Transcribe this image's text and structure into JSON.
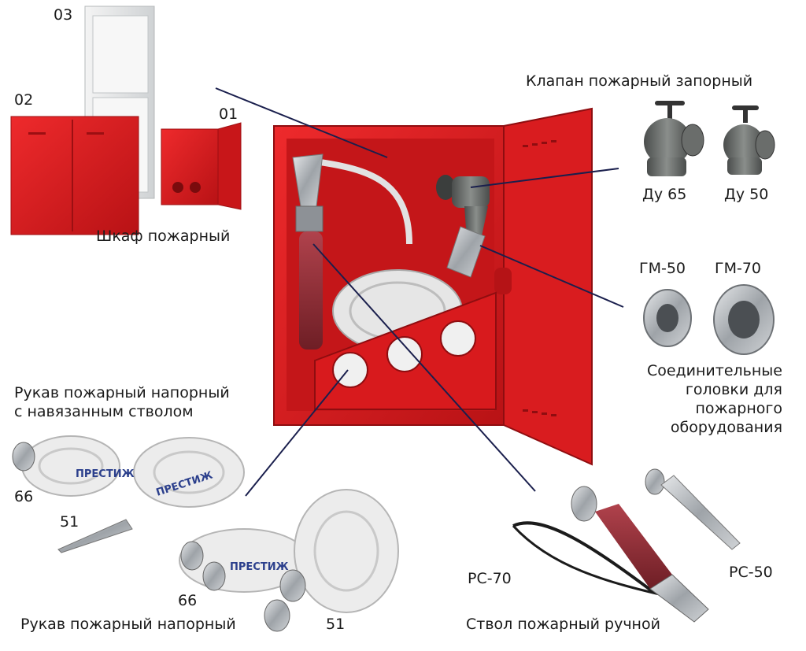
{
  "labels": {
    "cabinet_03": "03",
    "cabinet_02": "02",
    "cabinet_01": "01",
    "cabinet_caption": "Шкаф пожарный",
    "valve_caption": "Клапан пожарный запорный",
    "valve_du65": "Ду 65",
    "valve_du50": "Ду 50",
    "coupling_gm50": "ГМ-50",
    "coupling_gm70": "ГМ-70",
    "coupling_caption": [
      "Соединительные",
      "головки для",
      "пожарного",
      "оборудования"
    ],
    "hose_with_nozzle_caption": [
      "Рукав пожарный напорный",
      "с навязанным стволом"
    ],
    "hose_with_nozzle_66": "66",
    "hose_with_nozzle_51": "51",
    "hose_caption": "Рукав пожарный напорный",
    "hose_66": "66",
    "hose_51": "51",
    "nozzle_rs70": "РС-70",
    "nozzle_rs50": "РС-50",
    "nozzle_caption": "Ствол пожарный ручной"
  },
  "brand_text": "ПРЕСТИЖ",
  "colors": {
    "cabinet_red": "#d8191c",
    "cabinet_dark": "#9c0f12",
    "metal": "#b8bcc0",
    "hose": "#e9e9e9",
    "nozzle_body": "#8e2a33",
    "leader_line": "#1a1f4d"
  }
}
